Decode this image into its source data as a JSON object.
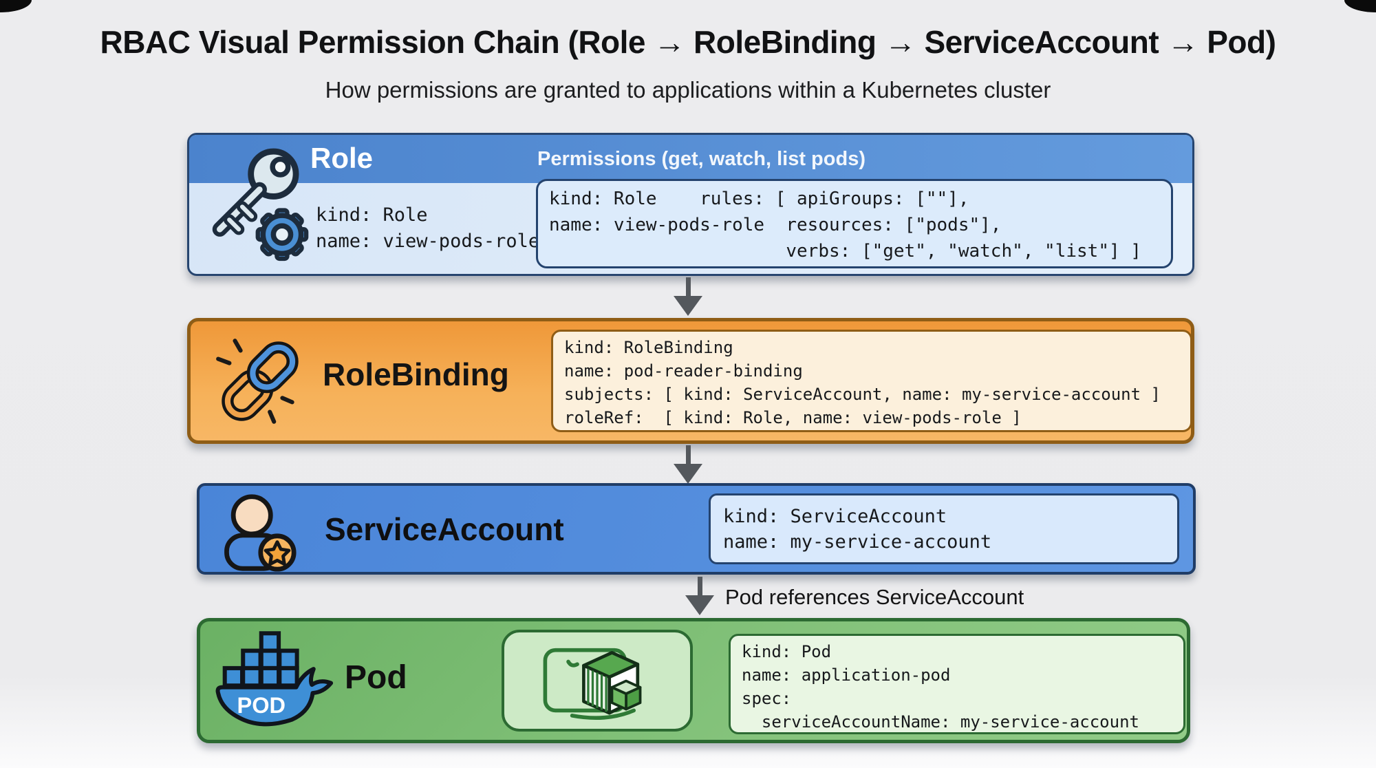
{
  "page": {
    "title": "RBAC Visual Permission Chain (Role → RoleBinding → ServiceAccount → Pod)",
    "subtitle": "How permissions are granted to applications within a Kubernetes cluster"
  },
  "role": {
    "label": "Role",
    "permissions_note": "Permissions (get, watch, list pods)",
    "meta": "kind: Role\nname: view-pods-role",
    "yaml": "kind: Role    rules: [ apiGroups: [\"\"],\nname: view-pods-role  resources: [\"pods\"],\n                      verbs: [\"get\", \"watch\", \"list\"] ]"
  },
  "role_binding": {
    "label": "RoleBinding",
    "yaml": "kind: RoleBinding\nname: pod-reader-binding\nsubjects: [ kind: ServiceAccount, name: my-service-account ]\nroleRef:  [ kind: Role, name: view-pods-role ]"
  },
  "service_account": {
    "label": "ServiceAccount",
    "yaml": "kind: ServiceAccount\nname: my-service-account"
  },
  "pod": {
    "label": "Pod",
    "whale_badge": "POD",
    "yaml": "kind: Pod\nname: application-pod\nspec:\n  serviceAccountName: my-service-account"
  },
  "annotations": {
    "pod_sa_reference": "Pod references ServiceAccount"
  },
  "colors": {
    "role_header_blue": "#4b83cd",
    "role_body_blue": "#d9e8f8",
    "rolebinding_orange": "#f2a24a",
    "rolebinding_border": "#8f5d16",
    "serviceaccount_blue": "#4a85d8",
    "pod_green": "#7cbc73",
    "pod_border_green": "#2c6a32",
    "code_blue_bg": "#dcebfb",
    "code_cream_bg": "#fcf0dc",
    "code_green_bg": "#e9f6e3",
    "arrow_gray": "#54585d"
  }
}
